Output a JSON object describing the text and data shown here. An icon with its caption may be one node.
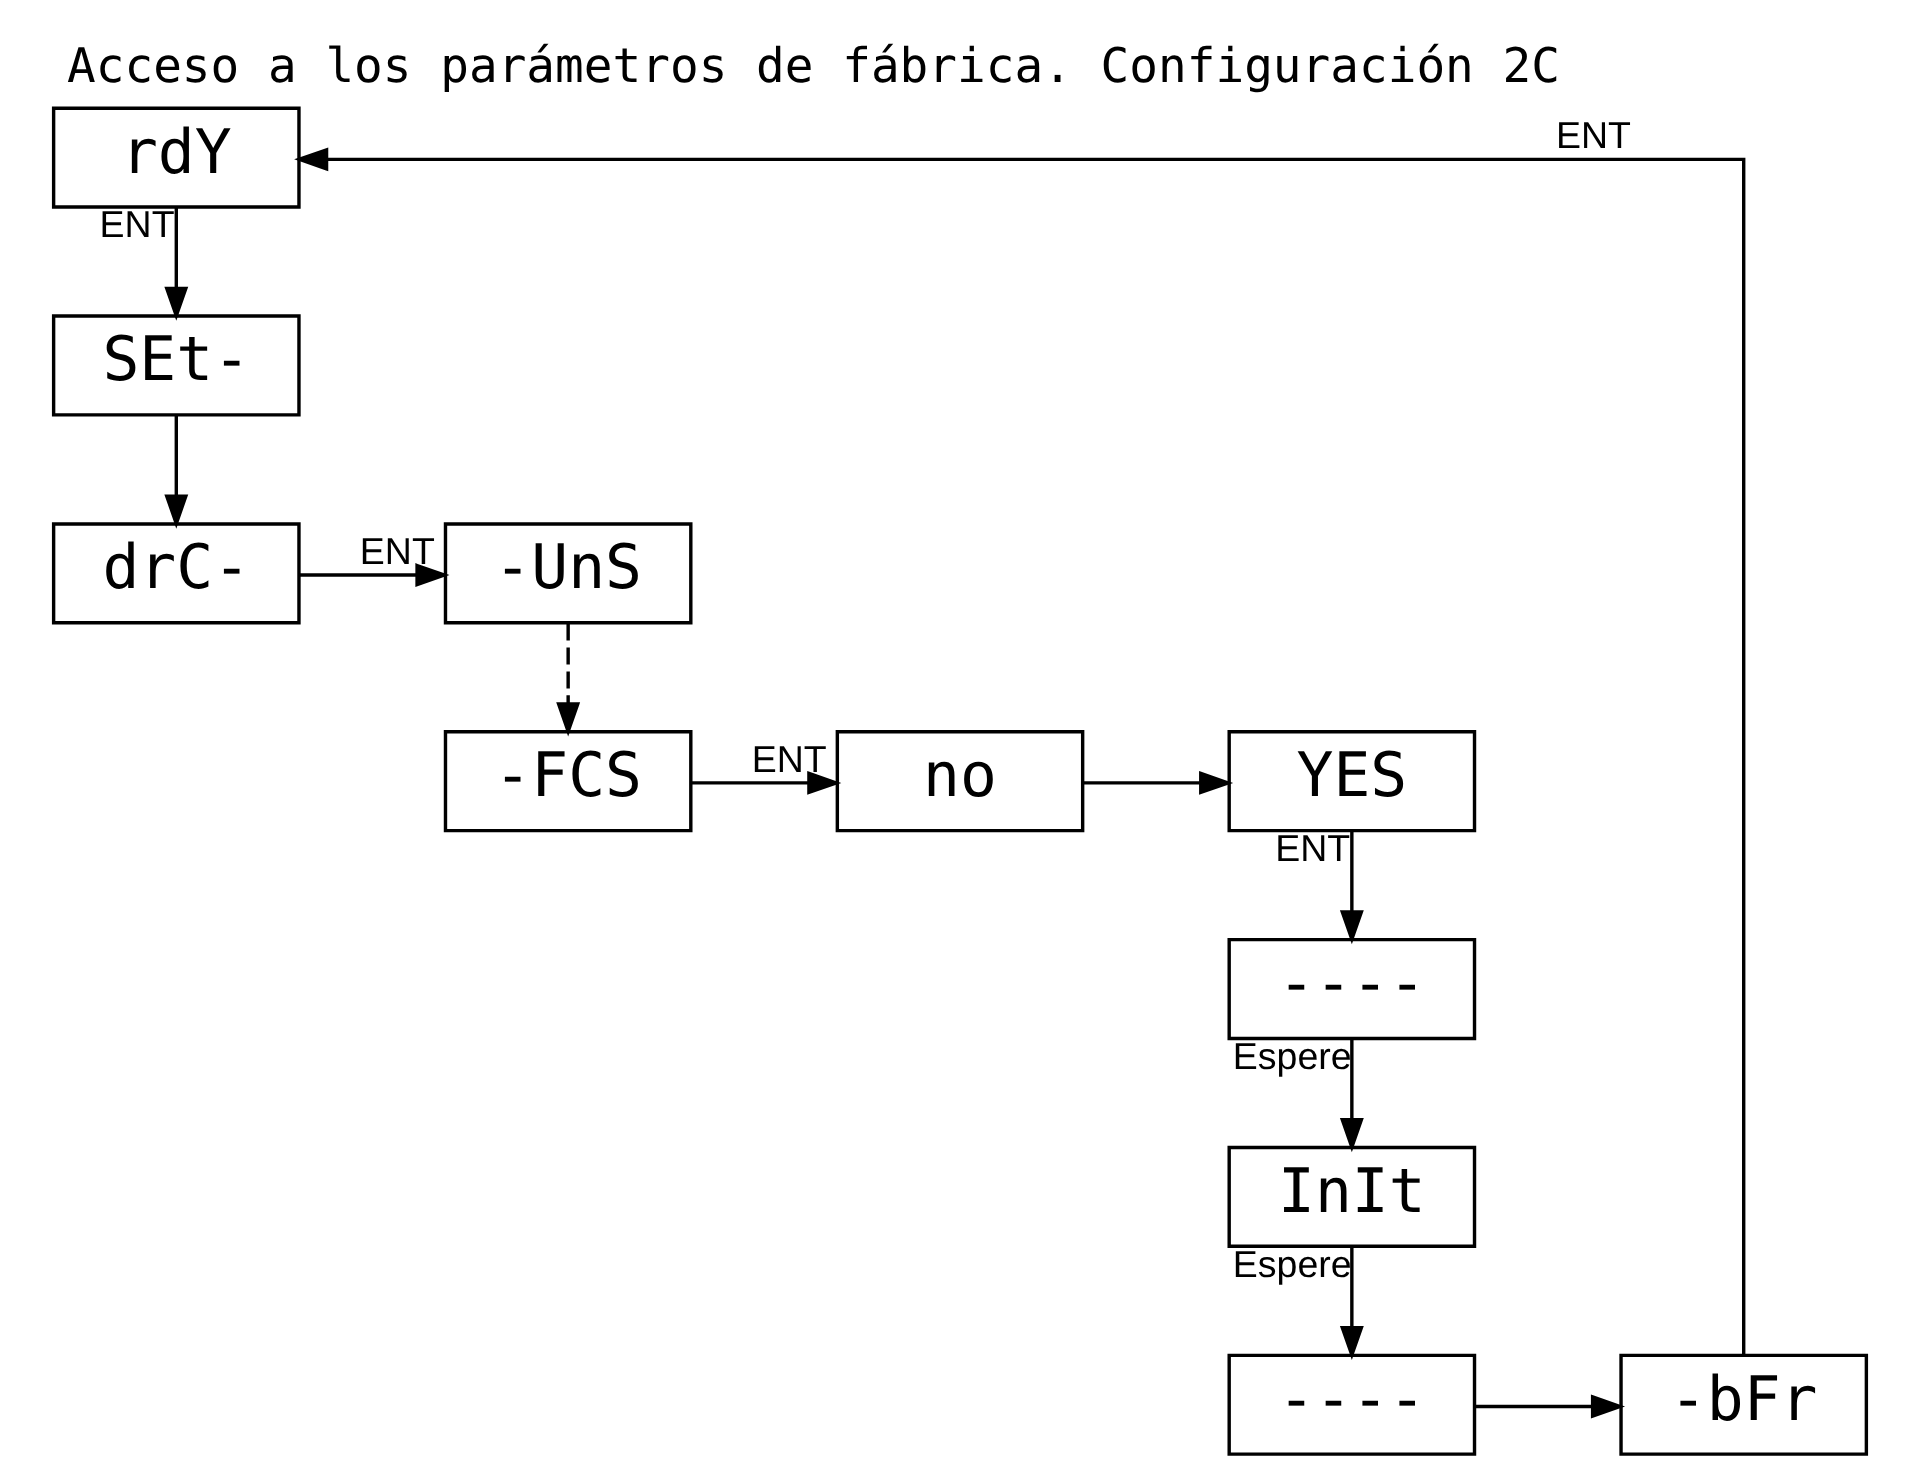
{
  "diagram": {
    "title": "Acceso a los parámetros de fábrica. Configuración 2C",
    "nodes": [
      {
        "text": [
          "rdY"
        ]
      },
      {
        "text": [
          "SEt-"
        ]
      },
      {
        "text": [
          "drC-"
        ]
      },
      {
        "text": [
          "-UnS"
        ]
      },
      {
        "text": [
          "-FCS"
        ]
      },
      {
        "text": [
          "no"
        ]
      },
      {
        "text": [
          "YES"
        ]
      },
      {
        "text": [
          "----"
        ]
      },
      {
        "text": [
          "InIt"
        ]
      },
      {
        "text": [
          "----"
        ]
      },
      {
        "text": [
          "-bFr"
        ]
      }
    ],
    "edges": [
      {
        "from": 0,
        "to": 1,
        "arrow": "to",
        "label": "ENT"
      },
      {
        "from": 1,
        "to": 2,
        "arrow": "to"
      },
      {
        "from": 2,
        "to": 3,
        "arrow": "to",
        "label": "ENT"
      },
      {
        "from": 3,
        "to": 4,
        "arrow": "to",
        "style": "dashed"
      },
      {
        "from": 4,
        "to": 5,
        "arrow": "to",
        "label": "ENT"
      },
      {
        "from": 5,
        "to": 6,
        "arrow": "to"
      },
      {
        "from": 6,
        "to": 7,
        "arrow": "to",
        "label": "ENT"
      },
      {
        "from": 7,
        "to": 8,
        "arrow": "to",
        "label": "Espere"
      },
      {
        "from": 8,
        "to": 9,
        "arrow": "to",
        "label": "Espere"
      },
      {
        "from": 9,
        "to": 10,
        "arrow": "to"
      },
      {
        "from": 10,
        "to": 0,
        "arrow": "to",
        "label": "ENT"
      }
    ]
  }
}
